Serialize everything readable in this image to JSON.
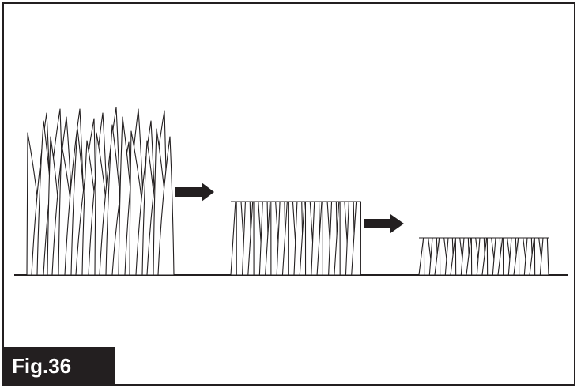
{
  "figure": {
    "label": "Fig.36",
    "stroke_color": "#231f20",
    "label_background": "#231f20",
    "label_text_color": "#ffffff"
  },
  "diagram": {
    "stages": [
      "tall-grass",
      "cut-grass",
      "short-grass"
    ],
    "arrows": [
      "arrow-right",
      "arrow-right"
    ]
  }
}
